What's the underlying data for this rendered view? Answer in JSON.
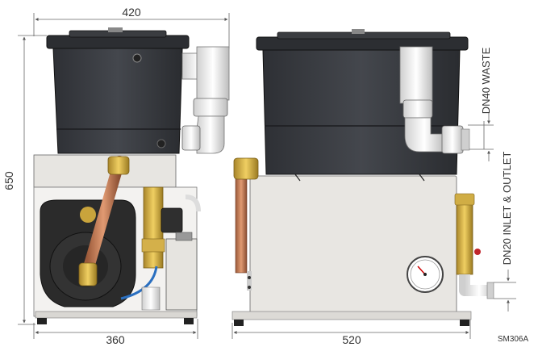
{
  "dimensions": {
    "top_width": "420",
    "height": "650",
    "front_base_width": "360",
    "side_base_width": "520"
  },
  "labels": {
    "waste": "DN40 WASTE",
    "inlet_outlet": "DN20 INLET & OUTLET",
    "code": "SM306A"
  },
  "colors": {
    "tank": "#3a3d42",
    "tank_dark": "#2a2c30",
    "cabinet": "#e4e2de",
    "pipe_white": "#f2f2f2",
    "copper": "#c07a55",
    "brass": "#c9a43c",
    "pump": "#2b2b2b",
    "dim_line": "#555555"
  }
}
